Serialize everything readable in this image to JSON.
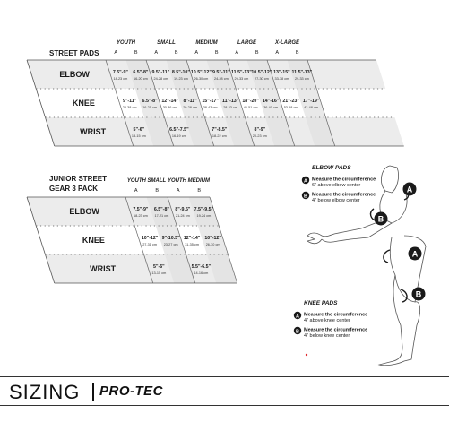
{
  "street_pads": {
    "title": "STREET PADS",
    "sizes": [
      "YOUTH",
      "SMALL",
      "MEDIUM",
      "LARGE",
      "X-LARGE"
    ],
    "cols": [
      "A",
      "B",
      "A",
      "B",
      "A",
      "B",
      "A",
      "B",
      "A",
      "B"
    ],
    "rows": [
      {
        "label": "ELBOW",
        "cells": [
          [
            "7.5\"-9\"",
            "18-23 cm"
          ],
          [
            "6.5\"-8\"",
            "16-20 cm"
          ],
          [
            "9.5\"-11\"",
            "24-28 cm"
          ],
          [
            "8.5\"-10\"",
            "19-23 cm"
          ],
          [
            "10.5\"-12\"",
            "26-30 cm"
          ],
          [
            "9.5\"-11\"",
            "24-28 cm"
          ],
          [
            "11.5\"-13\"",
            "29-33 cm"
          ],
          [
            "10.5\"-12\"",
            "27-30 cm"
          ],
          [
            "13\"-15\"",
            "33-38 cm"
          ],
          [
            "11.5\"-13\"",
            "29-33 cm"
          ]
        ]
      },
      {
        "label": "KNEE",
        "cells": [
          [
            "9\"-11\"",
            "23-38 cm"
          ],
          [
            "6.5\"-8\"",
            "16-21 cm"
          ],
          [
            "12\"-14\"",
            "30-36 cm"
          ],
          [
            "8\"-11\"",
            "20-28 cm"
          ],
          [
            "15\"-17\"",
            "38-43 cm"
          ],
          [
            "11\"-13\"",
            "28-33 cm"
          ],
          [
            "18\"-20\"",
            "46-51 cm"
          ],
          [
            "14\"-16\"",
            "36-40 cm"
          ],
          [
            "21\"-23\"",
            "53-58 cm"
          ],
          [
            "17\"-19\"",
            "43-48 cm"
          ]
        ]
      },
      {
        "label": "WRIST",
        "cells": [
          [
            "5\"-6\"",
            "13-15 cm"
          ],
          [
            "",
            ""
          ],
          [
            "6.5\"-7.5\"",
            "16-19 cm"
          ],
          [
            "",
            ""
          ],
          [
            "7\"-8.5\"",
            "18-22 cm"
          ],
          [
            "",
            ""
          ],
          [
            "8\"-9\"",
            "20-23 cm"
          ],
          [
            "",
            ""
          ],
          [
            "",
            ""
          ],
          [
            "",
            ""
          ]
        ]
      }
    ]
  },
  "junior": {
    "title_line1": "JUNIOR STREET",
    "title_line2": "GEAR 3 PACK",
    "sizes": [
      "YOUTH SMALL",
      "YOUTH MEDIUM"
    ],
    "cols": [
      "A",
      "B",
      "A",
      "B"
    ],
    "rows": [
      {
        "label": "ELBOW",
        "cells": [
          [
            "7.5\"-9\"",
            "18-23 cm"
          ],
          [
            "6.5\"-8\"",
            "17-21 cm"
          ],
          [
            "8\"-9.5\"",
            "21-24 cm"
          ],
          [
            "7.5\"-9.5\"",
            "19-24 cm"
          ]
        ]
      },
      {
        "label": "KNEE",
        "cells": [
          [
            "10\"-12\"",
            "27-31 cm"
          ],
          [
            "9\"-10.5\"",
            "23-27 cm"
          ],
          [
            "12\"-14\"",
            "31-35 cm"
          ],
          [
            "10\"-12\"",
            "26-30 cm"
          ]
        ]
      },
      {
        "label": "WRIST",
        "cells": [
          [
            "5\"-6\"",
            "13-15 cm"
          ],
          [
            "",
            ""
          ],
          [
            "5.5\"-6.5\"",
            "14-16 cm"
          ],
          [
            "",
            ""
          ]
        ]
      }
    ]
  },
  "elbow_guide": {
    "title": "ELBOW PADS",
    "items": [
      {
        "marker": "A",
        "line1": "Measure the circumference",
        "line2": "6\" above elbow center"
      },
      {
        "marker": "B",
        "line1": "Measure the circumference",
        "line2": "4\" below elbow center"
      }
    ]
  },
  "knee_guide": {
    "title": "KNEE PADS",
    "items": [
      {
        "marker": "A",
        "line1": "Measure the circumference",
        "line2": "4\" above knee center"
      },
      {
        "marker": "B",
        "line1": "Measure the circumference",
        "line2": "4\" below knee center"
      }
    ]
  },
  "figure_markers": [
    "A",
    "B",
    "A",
    "B"
  ],
  "footer": {
    "title": "SIZING",
    "brand": "PRO-TEC"
  },
  "colors": {
    "row_shade": "#ececec",
    "col_shade": "#e2e2e2",
    "text": "#1a1a1a",
    "accent_dot": "#e0262b"
  }
}
